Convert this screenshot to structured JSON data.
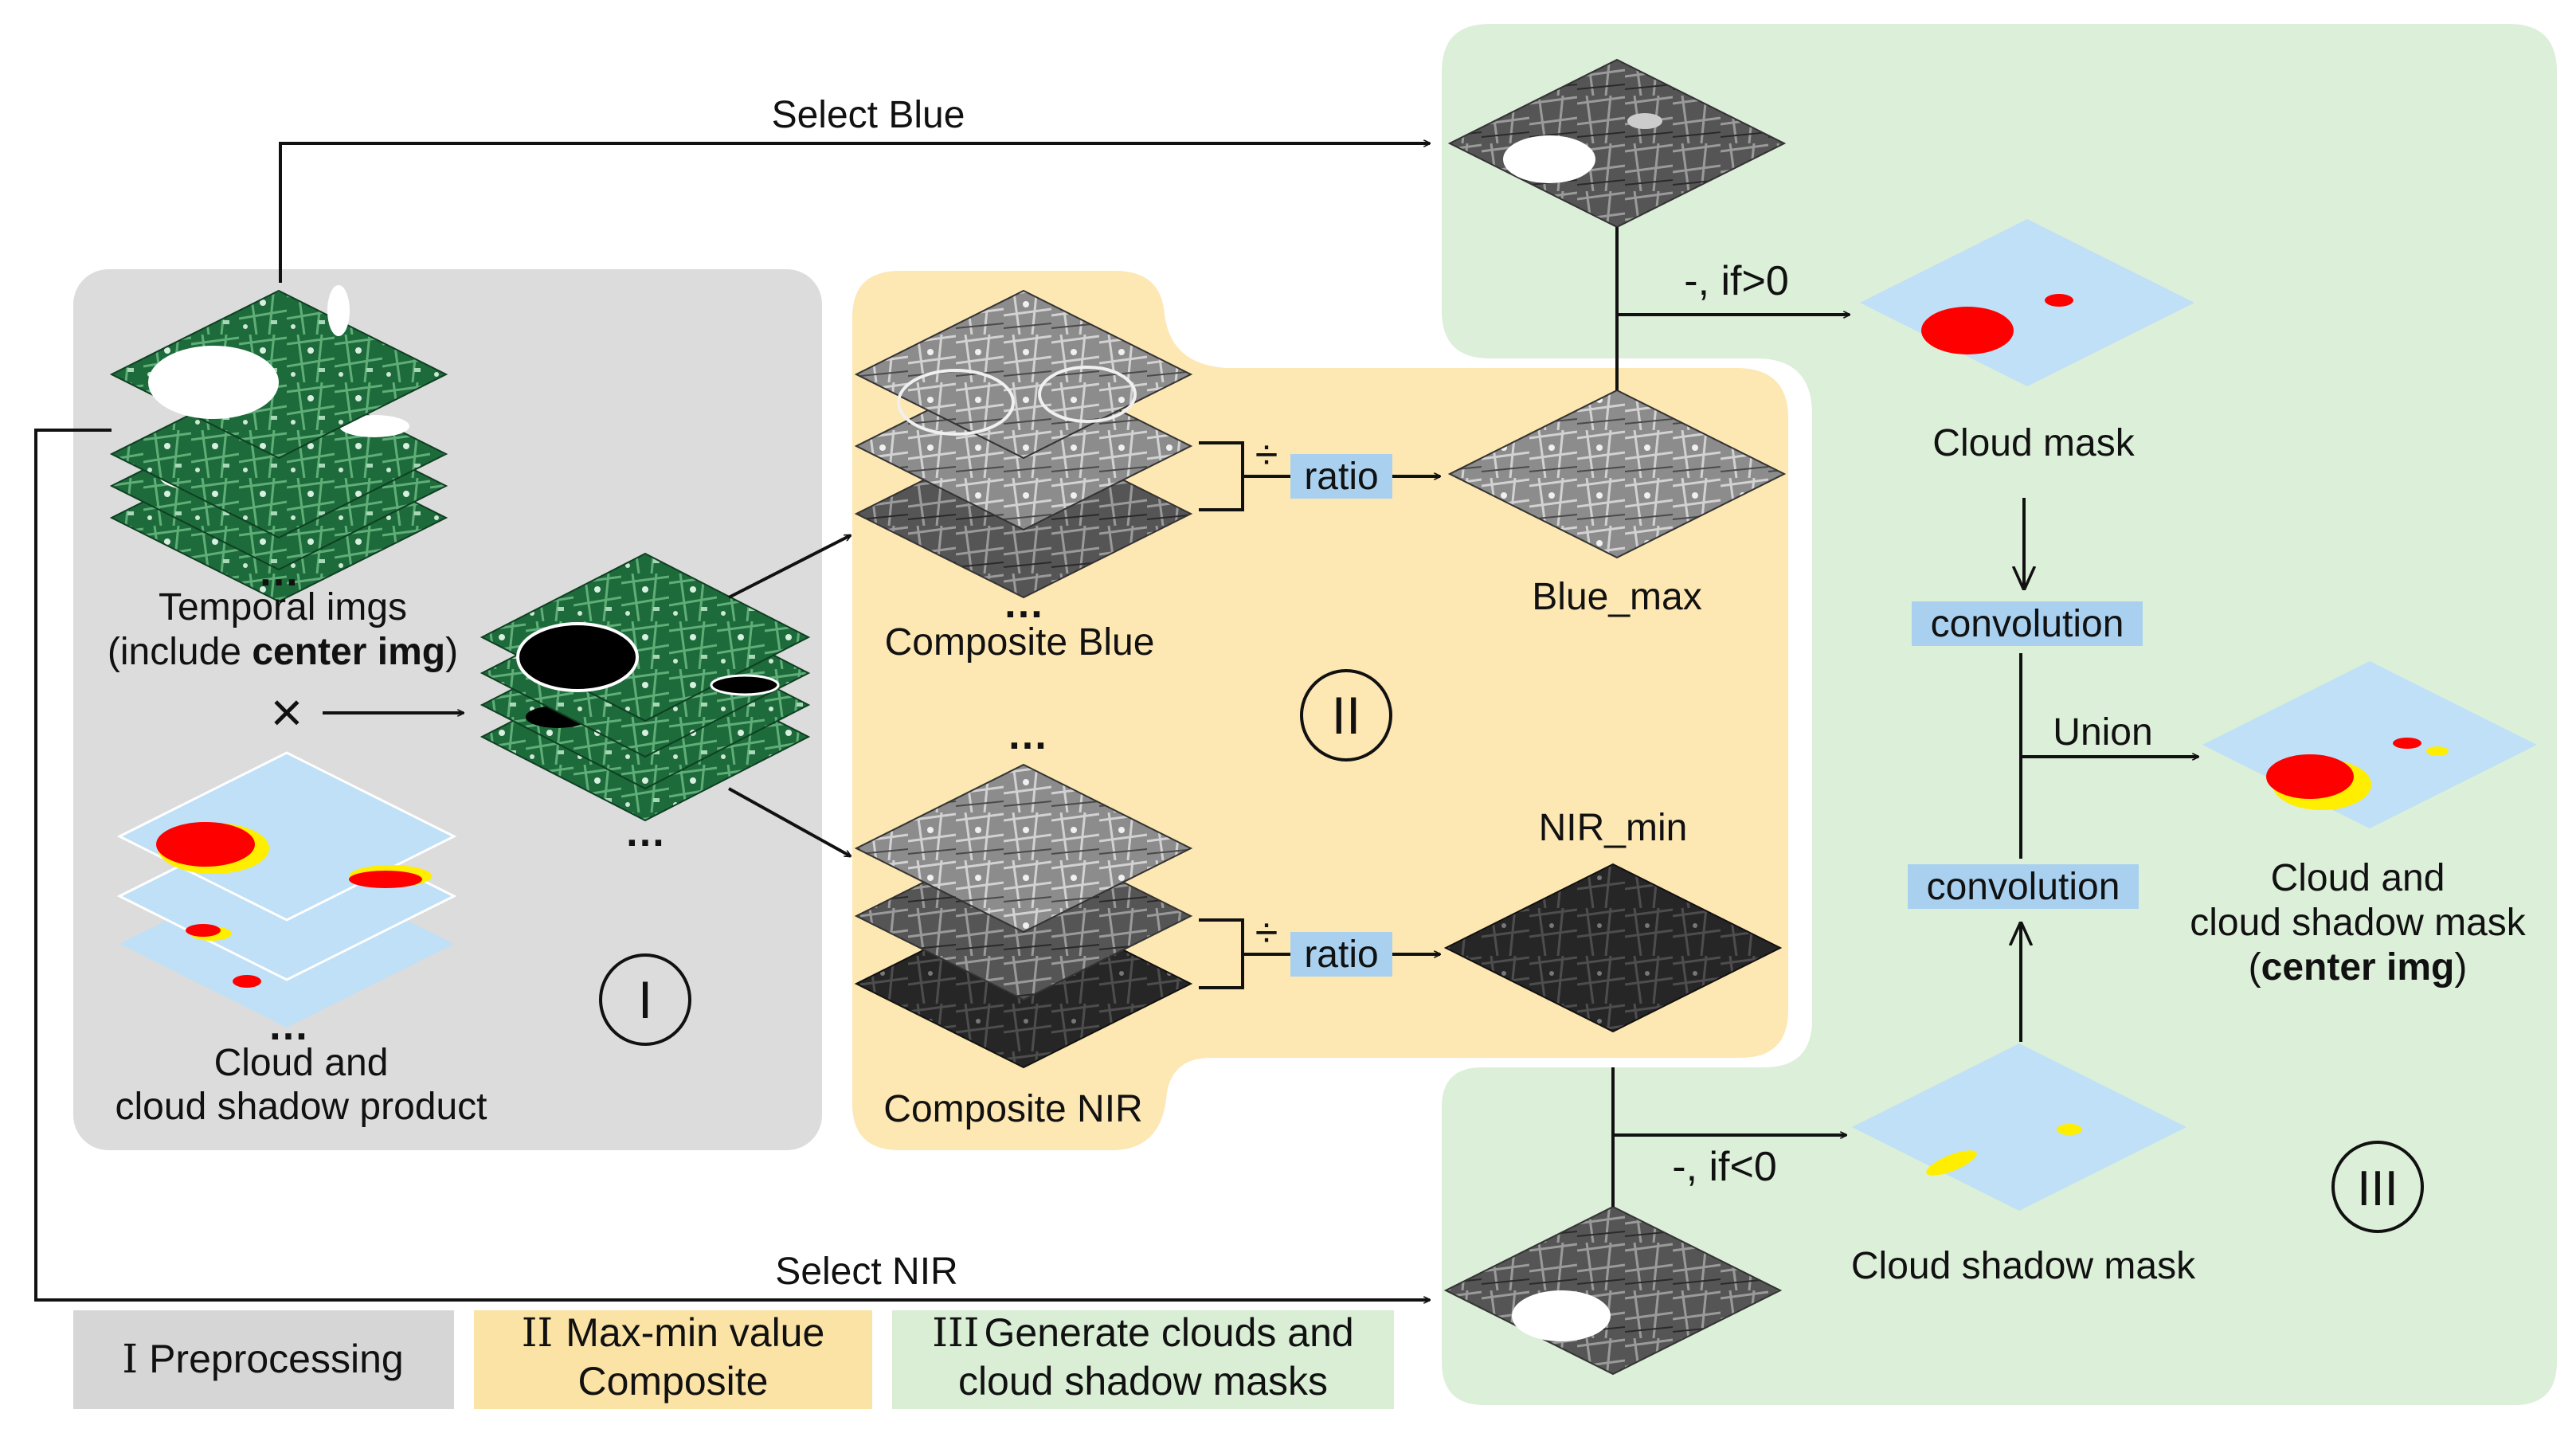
{
  "colors": {
    "preprocess_panel": "#dcdcdc",
    "composite_panel": "#fde7b3",
    "mask_panel": "#dcefd9",
    "legend_preprocess": "#d6d6d6",
    "legend_composite": "#fbe3a5",
    "legend_masks": "#d9eed5",
    "tag": "#a9d1ef",
    "sky_layer": "#bfe0f6",
    "cloud": "#ff0000",
    "shadow": "#ffee00",
    "forest": "#1d6b3a",
    "grey_image": "#8c8c8c",
    "dark_image": "#262626"
  },
  "arrows": {
    "select_blue": "Select Blue",
    "select_nir": "Select NIR",
    "cloud_rule": "-,  if>0",
    "shadow_rule": "-,  if<0",
    "union": "Union"
  },
  "section1": {
    "dots_top": "…",
    "temporal_line1": "Temporal imgs",
    "temporal_prefix": "(include ",
    "temporal_bold": "center img",
    "temporal_suffix": ")",
    "times_symbol": "×",
    "dots_mid": "…",
    "dots_product": "…",
    "product_line1": "Cloud and",
    "product_line2": "cloud shadow product",
    "roman": "I"
  },
  "section2": {
    "dots_blue": "…",
    "composite_blue": "Composite Blue",
    "dots_nir": "…",
    "composite_nir": "Composite NIR",
    "divide_symbol": "÷",
    "ratio_label": "ratio",
    "blue_max": "Blue_max",
    "nir_min": "NIR_min",
    "roman": "II"
  },
  "section3": {
    "cloud_mask": "Cloud mask",
    "convolution": "convolution",
    "shadow_mask": "Cloud shadow mask",
    "result_line1": "Cloud and",
    "result_line2": "cloud shadow mask",
    "result_prefix": "(",
    "result_bold": "center img",
    "result_suffix": ")",
    "roman": "III"
  },
  "legend": {
    "item1_roman": "I",
    "item1_text": "Preprocessing",
    "item2_roman": "II",
    "item2_line1": "Max-min value",
    "item2_line2": "Composite",
    "item3_roman": "III",
    "item3_line1": "Generate clouds and",
    "item3_line2": "cloud shadow masks"
  }
}
